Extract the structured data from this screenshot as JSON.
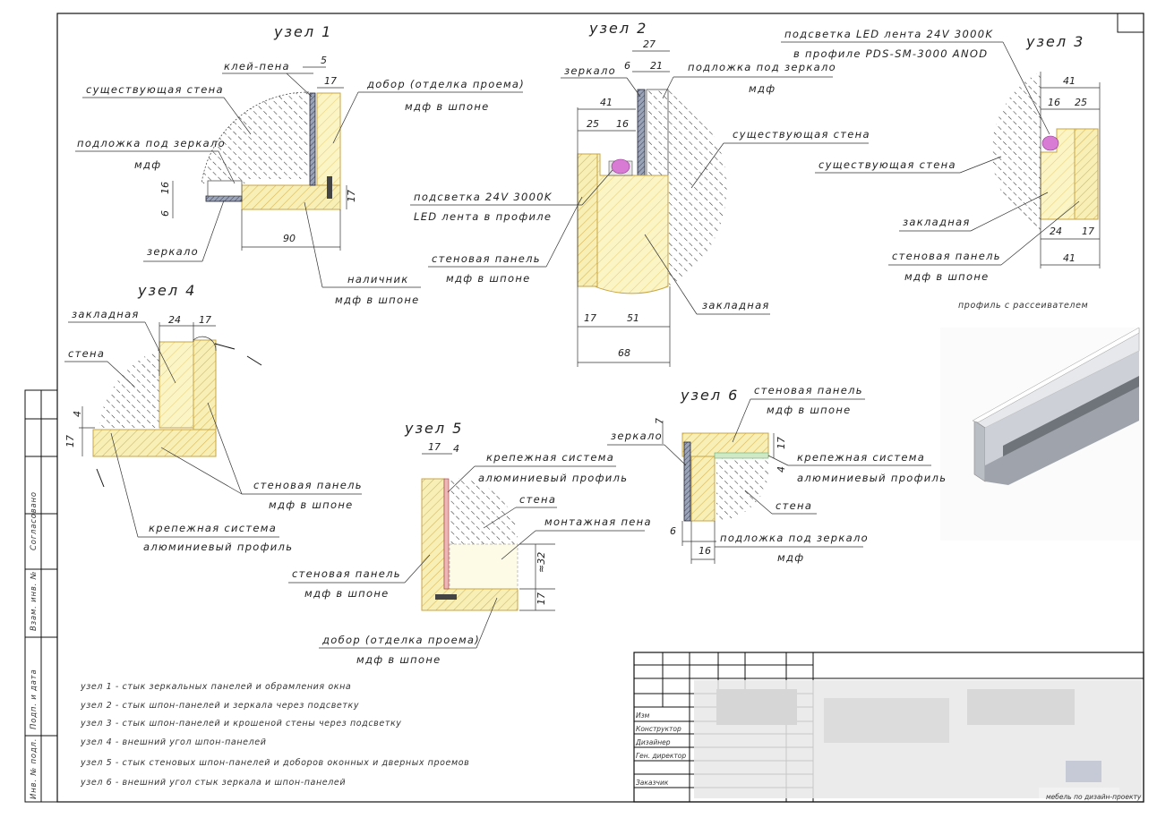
{
  "nodes": {
    "n1": {
      "title": "узел 1",
      "labels": {
        "glue": "клей-пена",
        "wall": "существующая стена",
        "mirror_base": "подложка под зеркало",
        "mirror_base_mat": "мдф",
        "trim": "добор (отделка проема)",
        "trim_mat": "мдф в шпоне",
        "mirror": "зеркало",
        "casing": "наличник",
        "casing_mat": "мдф в шпоне"
      },
      "dims": {
        "d5": "5",
        "d17a": "17",
        "d17b": "17",
        "d16": "16",
        "d6": "6",
        "d90": "90"
      }
    },
    "n2": {
      "title": "узел 2",
      "labels": {
        "mirror": "зеркало",
        "mirror_base": "подложка под зеркало",
        "mirror_base_mat": "мдф",
        "wall": "существующая стена",
        "led": "подсветка 24V 3000K",
        "led2": "LED лента в профиле",
        "panel": "стеновая панель",
        "panel_mat": "мдф в шпоне",
        "embed": "закладная"
      },
      "dims": {
        "d27": "27",
        "d6": "6",
        "d21": "21",
        "d41": "41",
        "d25": "25",
        "d16": "16",
        "d17": "17",
        "d51": "51",
        "d68": "68"
      }
    },
    "n3": {
      "title": "узел 3",
      "labels": {
        "led": "подсветка LED лента 24V 3000K",
        "led2": "в профиле PDS-SM-3000 ANOD",
        "wall": "существующая стена",
        "embed": "закладная",
        "panel": "стеновая панель",
        "panel_mat": "мдф в шпоне",
        "caption": "профиль с рассеивателем"
      },
      "dims": {
        "d41a": "41",
        "d16": "16",
        "d25": "25",
        "d24": "24",
        "d17": "17",
        "d41b": "41"
      }
    },
    "n4": {
      "title": "узел 4",
      "labels": {
        "embed": "закладная",
        "wall": "стена",
        "panel": "стеновая панель",
        "panel_mat": "мдф в шпоне",
        "fix": "крепежная система",
        "fix_mat": "алюминиевый профиль"
      },
      "dims": {
        "d24": "24",
        "d17a": "17",
        "d4": "4",
        "d17b": "17"
      }
    },
    "n5": {
      "title": "узел 5",
      "labels": {
        "fix": "крепежная система",
        "fix_mat": "алюминиевый профиль",
        "wall": "стена",
        "foam": "монтажная пена",
        "panel": "стеновая панель",
        "panel_mat": "мдф в шпоне",
        "trim": "добор (отделка проема)",
        "trim_mat": "мдф в шпоне"
      },
      "dims": {
        "d17": "17",
        "d4": "4",
        "d32": "≈32",
        "d17b": "17"
      }
    },
    "n6": {
      "title": "узел 6",
      "labels": {
        "panel": "стеновая панель",
        "panel_mat": "мдф в шпоне",
        "mirror": "зеркало",
        "fix": "крепежная система",
        "fix_mat": "алюминиевый профиль",
        "wall": "стена",
        "mirror_base": "подложка под зеркало",
        "mirror_base_mat": "мдф"
      },
      "dims": {
        "d7": "7",
        "d17": "17",
        "d4": "4",
        "d6": "6",
        "d16": "16"
      }
    }
  },
  "notes": [
    "узел 1 - стык зеркальных панелей и обрамления окна",
    "узел 2 - стык шпон-панелей и зеркала через подсветку",
    "узел 3 - стык шпон-панелей и крошеной стены через подсветку",
    "узел 4 - внешний угол шпон-панелей",
    "узел 5  - стык стеновых шпон-панелей и доборов оконных и дверных проемов",
    "узел 6 - внешний угол стык зеркала и шпон-панелей"
  ],
  "sidebar": {
    "s1": "Согласовано",
    "s2": "Взам. инв. №",
    "s3": "Подп. и дата",
    "s4": "Инв. № подл."
  },
  "titleblock": {
    "izm": "Изм",
    "constructor": "Конструктор",
    "designer": "Дизайнер",
    "gen": "Ген. директор",
    "customer": "Заказчик",
    "footer": "мебель по дизайн-проекту"
  },
  "colors": {
    "wood": "#f6eeb0",
    "wood_line": "#d3b24e",
    "wall_line": "#333333",
    "led": "#d87bd4"
  }
}
